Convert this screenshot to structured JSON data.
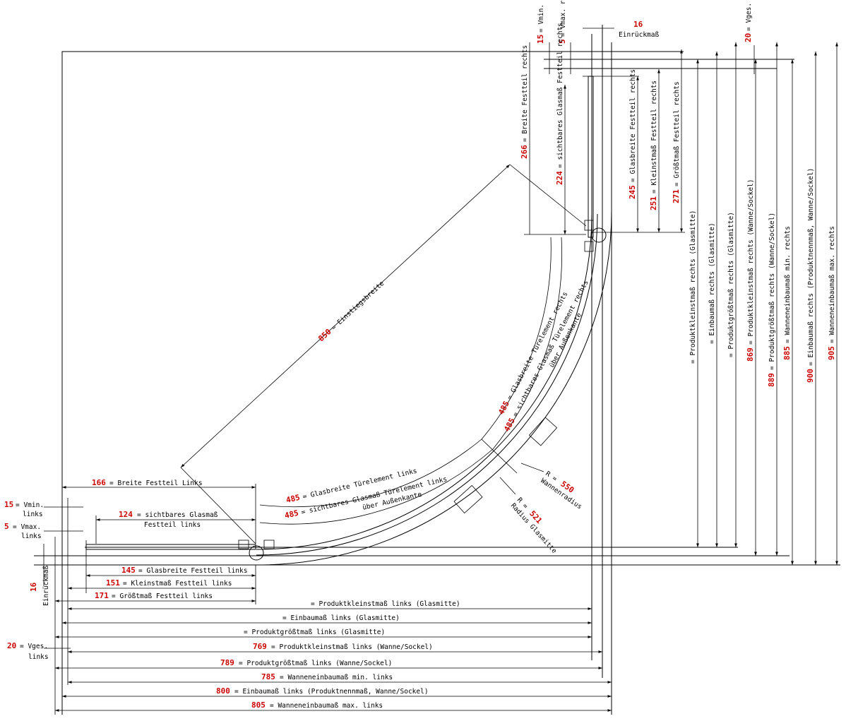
{
  "colors": {
    "line": "#000000",
    "value": "#cc0000",
    "background": "#ffffff"
  },
  "dims": {
    "vmin_r": {
      "value": "15",
      "label": "= Vmin. rechts"
    },
    "vmax_r": {
      "value": "5",
      "label": "= Vmax. rechts"
    },
    "einr_r": {
      "value": "16",
      "label": "Einrückmaß"
    },
    "vges_r": {
      "value": "20",
      "label": "= Vges. rechts"
    },
    "breite_fr": {
      "value": "266",
      "label": "= Breite Festteil rechts"
    },
    "sicht_fr": {
      "value": "224",
      "label": "= sichtbares Glasmaß Festteil rechts"
    },
    "glasb_fr": {
      "value": "245",
      "label": "= Glasbreite Festteil rechts"
    },
    "klein_fr": {
      "value": "251",
      "label": "= Kleinstmaß Festteil rechts"
    },
    "gross_fr": {
      "value": "271",
      "label": "= Größtmaß Festteil rechts"
    },
    "pk_r_gm": {
      "value": "",
      "label": "= Produktkleinstmaß rechts (Glasmitte)"
    },
    "einb_r_gm": {
      "value": "",
      "label": "= Einbaumaß rechts (Glasmitte)"
    },
    "pg_r_gm": {
      "value": "",
      "label": "= Produktgrößtmaß rechts (Glasmitte)"
    },
    "pk_r_ws": {
      "value": "869",
      "label": "= Produktkleinstmaß rechts (Wanne/Sockel)"
    },
    "pg_r_ws": {
      "value": "889",
      "label": "= Produktgrößtmaß rechts (Wanne/Sockel)"
    },
    "wein_r_min": {
      "value": "885",
      "label": "= Wanneneinbaumaß min. rechts"
    },
    "einb_r_pn": {
      "value": "900",
      "label": "= Einbaumaß rechts (Produktnennmaß, Wanne/Sockel)"
    },
    "wein_r_max": {
      "value": "905",
      "label": "= Wanneneinbaumaß max. rechts"
    },
    "einstieg": {
      "value": "850",
      "label": "= Einstiegsbreite"
    },
    "glasb_tr": {
      "value": "485",
      "label": "= Glasbreite Türelement rechts"
    },
    "sicht_tr": {
      "value": "485",
      "label": "= sichtbares Glasmaß Türelement rechts"
    },
    "sicht_tr_sub": "über Außenkante",
    "glasb_tl": {
      "value": "485",
      "label": "= Glasbreite Türelement links"
    },
    "sicht_tl": {
      "value": "485",
      "label": "= sichtbares Glasmaß Türelement links"
    },
    "sicht_tl_sub": "über Außenkante",
    "r_wanne": {
      "value": "550",
      "label": "Wannenradius",
      "prefix": "R ="
    },
    "r_glas": {
      "value": "521",
      "label": "Radius Glasmitte",
      "prefix": "R ="
    },
    "breite_fl": {
      "value": "166",
      "label": "= Breite Festteil Links"
    },
    "vmin_l": {
      "value": "15",
      "label": "= Vmin.",
      "sub": "links"
    },
    "sicht_fl": {
      "value": "124",
      "label": "= sichtbares Glasmaß",
      "sub": "Festteil links"
    },
    "vmax_l": {
      "value": "5",
      "label": "= Vmax.",
      "sub": "links"
    },
    "einr_l": {
      "value": "16",
      "label": "Einrückmaß"
    },
    "glasb_fl": {
      "value": "145",
      "label": "= Glasbreite Festteil links"
    },
    "klein_fl": {
      "value": "151",
      "label": "= Kleinstmaß Festteil links"
    },
    "gross_fl": {
      "value": "171",
      "label": "= Größtmaß Festteil links"
    },
    "pk_l_gm": {
      "value": "",
      "label": "= Produktkleinstmaß links (Glasmitte)"
    },
    "einb_l_gm": {
      "value": "",
      "label": "= Einbaumaß links (Glasmitte)"
    },
    "pg_l_gm": {
      "value": "",
      "label": "= Produktgrößtmaß links (Glasmitte)"
    },
    "vges_l": {
      "value": "20",
      "label": "= Vges.",
      "sub": "links"
    },
    "pk_l_ws": {
      "value": "769",
      "label": "= Produktkleinstmaß links (Wanne/Sockel)"
    },
    "pg_l_ws": {
      "value": "789",
      "label": "= Produktgrößtmaß links (Wanne/Sockel)"
    },
    "wein_l_min": {
      "value": "785",
      "label": "= Wanneneinbaumaß min. links"
    },
    "einb_l_pn": {
      "value": "800",
      "label": "= Einbaumaß links (Produktnennmaß, Wanne/Sockel)"
    },
    "wein_l_max": {
      "value": "805",
      "label": "= Wanneneinbaumaß max. links"
    }
  }
}
